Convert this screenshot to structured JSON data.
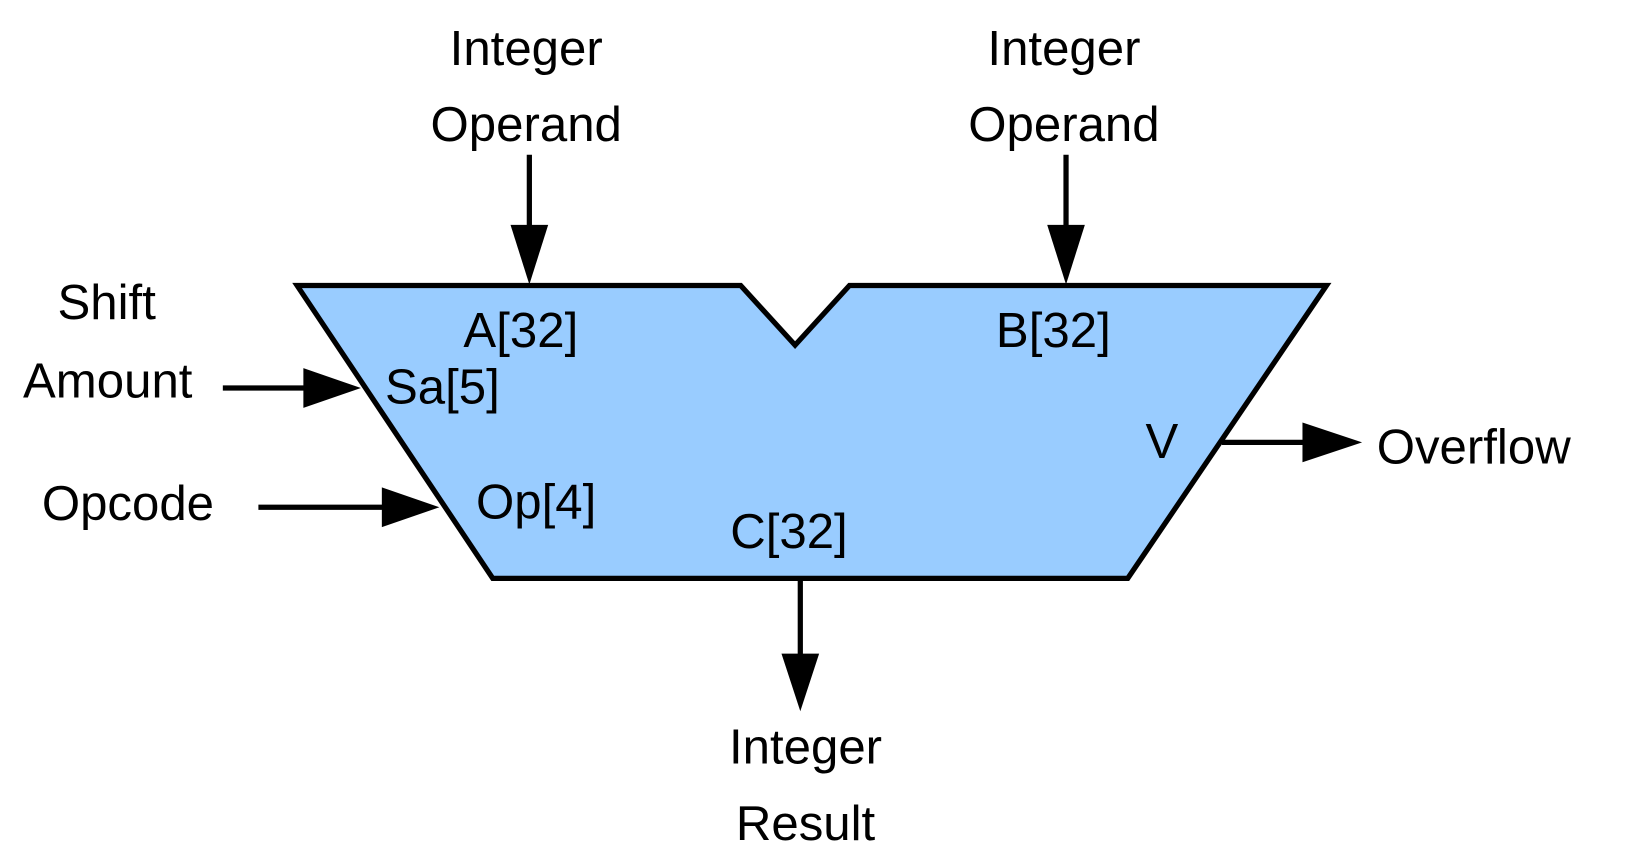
{
  "colors": {
    "block_fill": "#99ccff",
    "stroke": "#000000"
  },
  "inputs": {
    "operand_a": {
      "line1": "Integer",
      "line2": "Operand",
      "port": "A[32]"
    },
    "operand_b": {
      "line1": "Integer",
      "line2": "Operand",
      "port": "B[32]"
    },
    "shift_amount": {
      "line1": "Shift",
      "line2": "Amount",
      "port": "Sa[5]"
    },
    "opcode": {
      "label": "Opcode",
      "port": "Op[4]"
    }
  },
  "outputs": {
    "result": {
      "line1": "Integer",
      "line2": "Result",
      "port": "C[32]"
    },
    "overflow": {
      "label": "Overflow",
      "port": "V"
    }
  }
}
